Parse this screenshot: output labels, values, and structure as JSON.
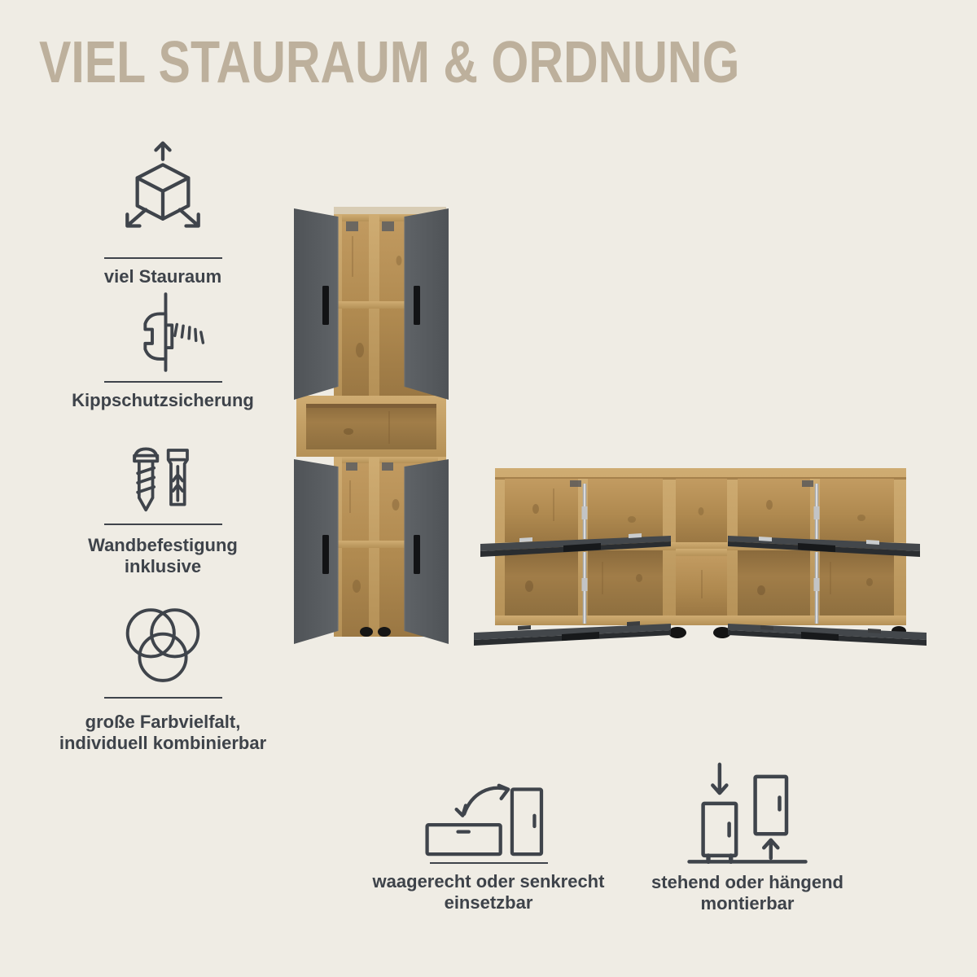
{
  "theme": {
    "background": "#efece4",
    "title_color": "#bdb09c",
    "icon_stroke": "#3f444b",
    "text_color": "#3e434a",
    "wood_light": "#cfac72",
    "wood_dark": "#9c7843",
    "door_grey": "#56595d",
    "flap_grey": "#3c4043",
    "handle_black": "#141517"
  },
  "title": "VIEL STAURAUM & ORDNUNG",
  "features": [
    {
      "icon": "cube-arrows-icon",
      "label": "viel Stauraum"
    },
    {
      "icon": "tilt-protection-icon",
      "label": "Kippschutzsicherung"
    },
    {
      "icon": "screw-and-dowel-icon",
      "label": "Wandbefestigung\ninklusive"
    },
    {
      "icon": "overlapping-circles-icon",
      "label": "große Farbvielfalt,\nindividuell kombinierbar"
    }
  ],
  "orientation_features": [
    {
      "icon": "horizontal-or-vertical-icon",
      "label": "waagerecht oder senkrecht\neinsetzbar"
    },
    {
      "icon": "standing-or-hanging-icon",
      "label": "stehend oder hängend\nmontierbar"
    }
  ],
  "products": [
    {
      "name": "tall-cabinet",
      "finish": [
        "#56595d",
        "#cfac72"
      ]
    },
    {
      "name": "sideboard",
      "finish": [
        "#3c4043",
        "#cfac72"
      ]
    }
  ]
}
